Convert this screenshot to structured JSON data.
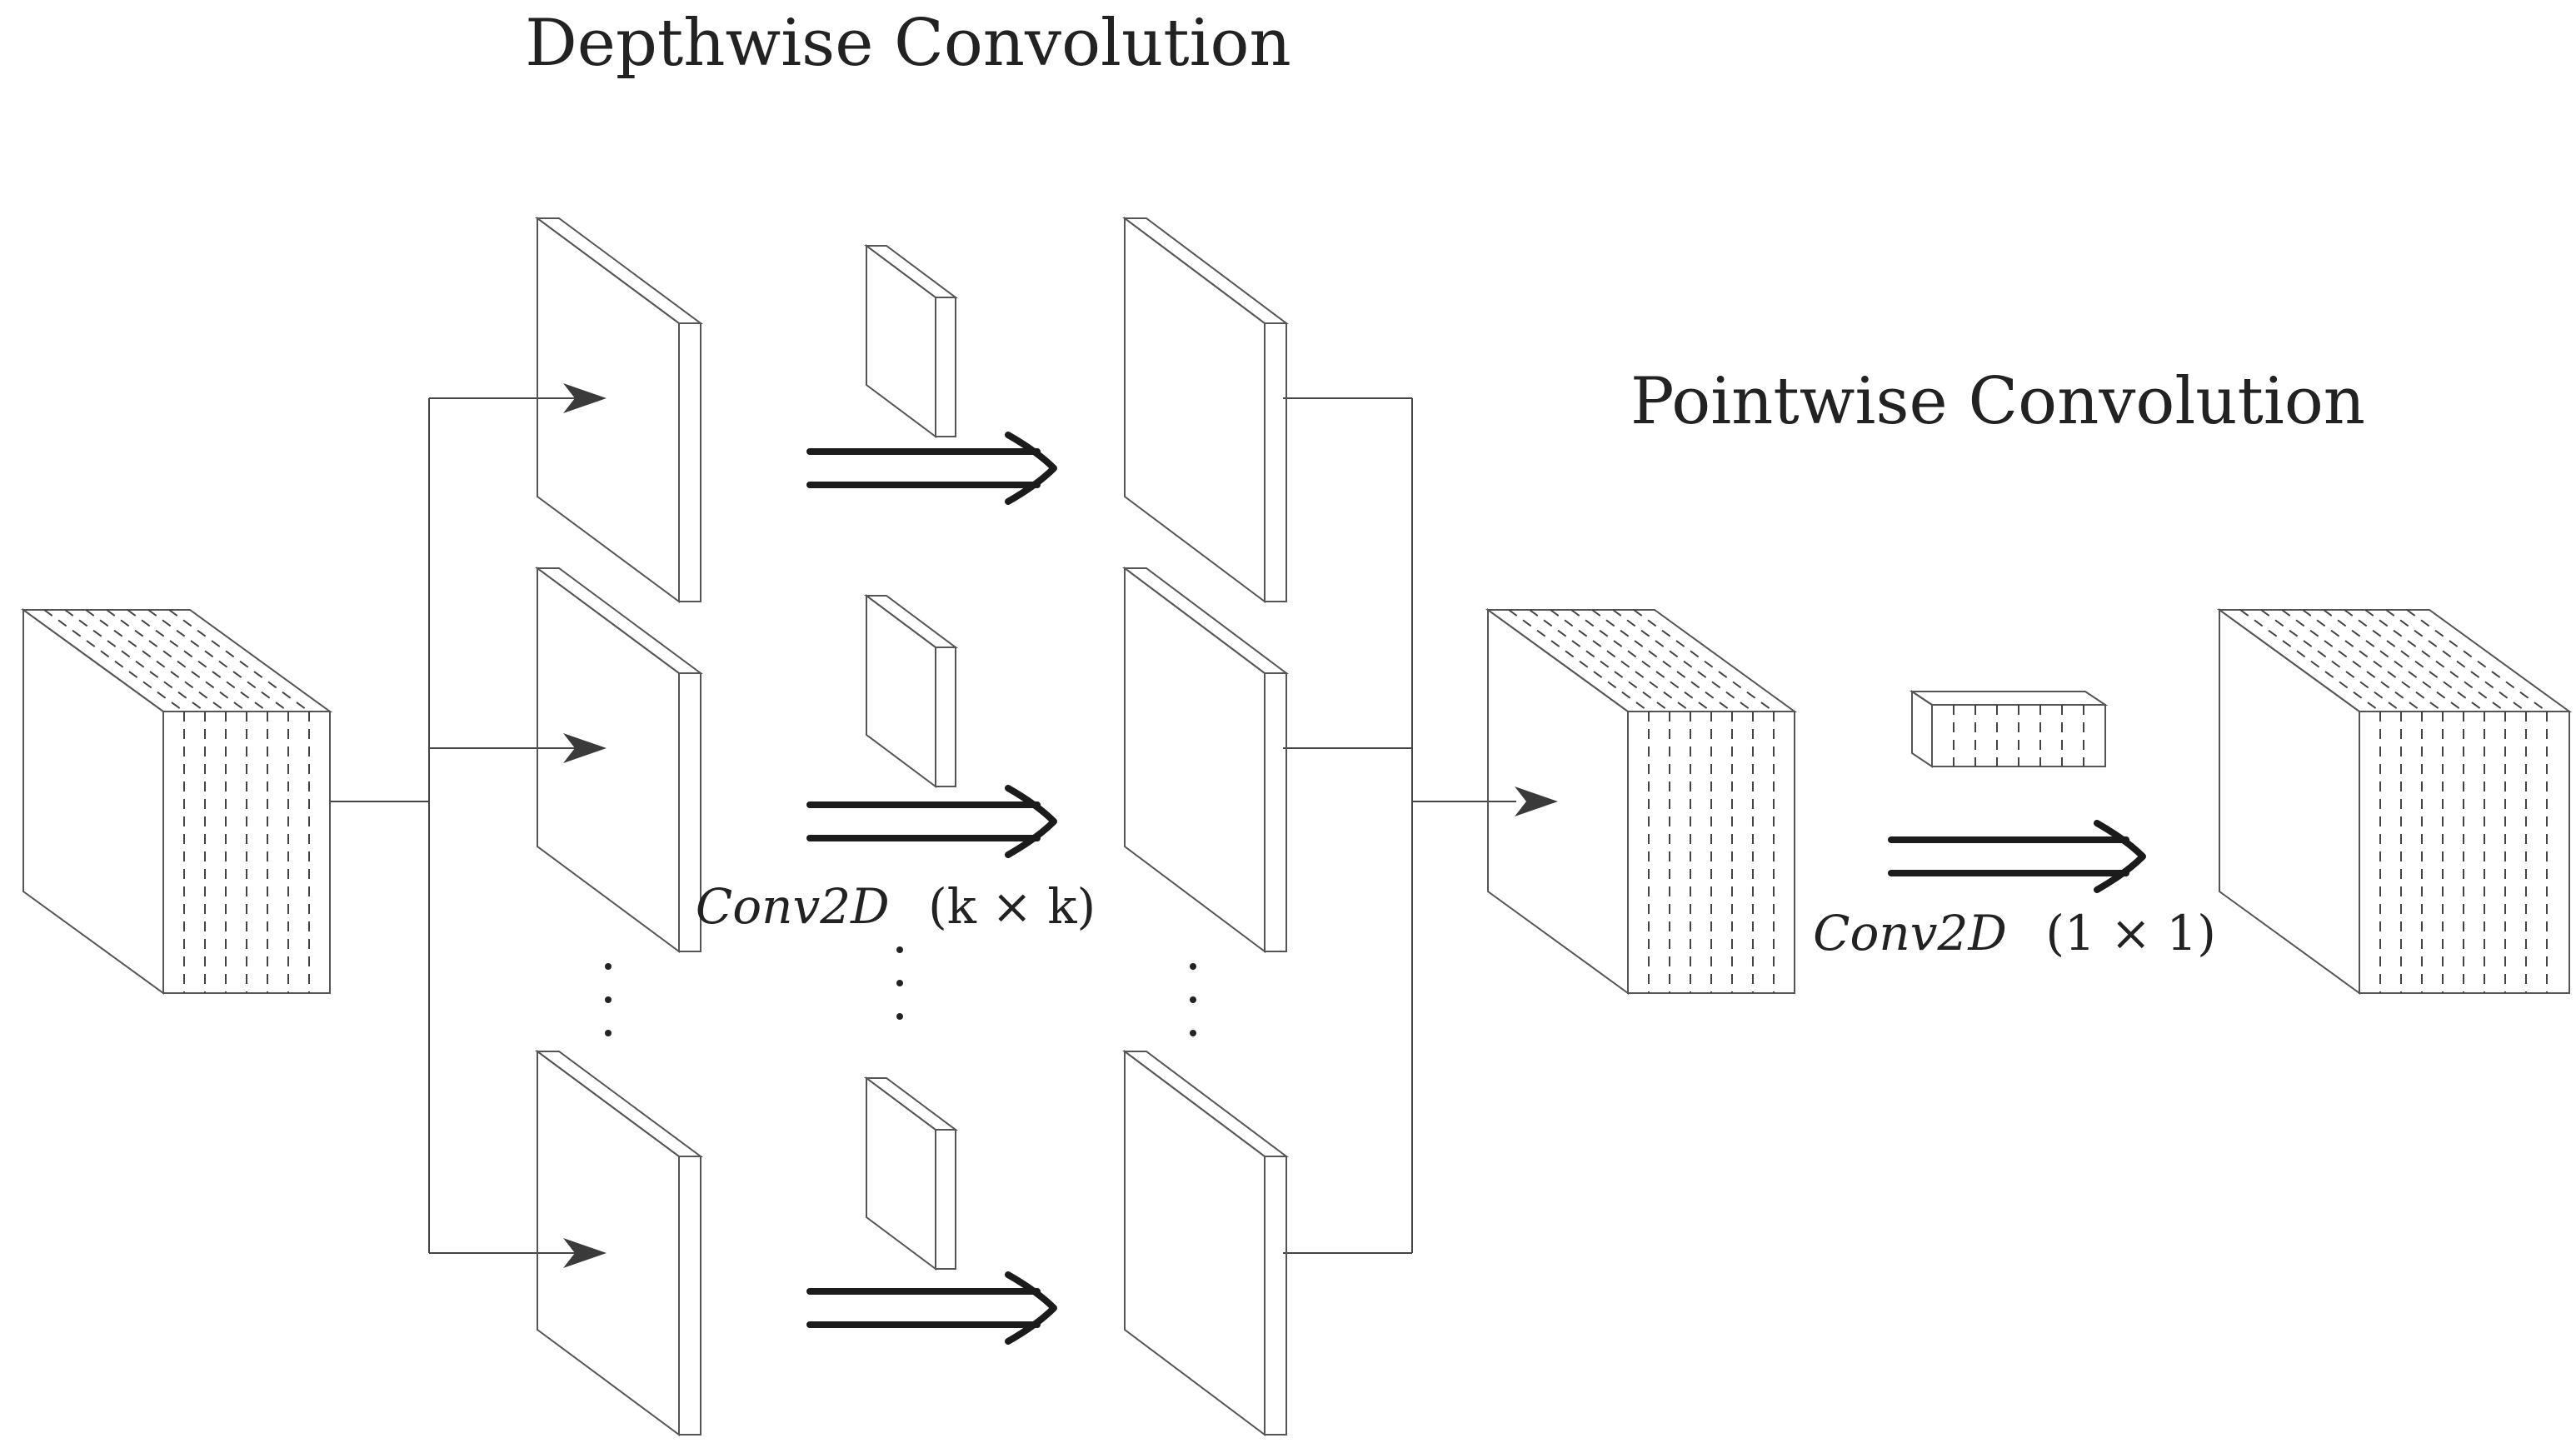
{
  "titles": {
    "depthwise": "Depthwise Convolution",
    "pointwise": "Pointwise Convolution"
  },
  "labels": {
    "depthwise_op_name": "Conv2D",
    "depthwise_op_size": "(k × k)",
    "pointwise_op_name": "Conv2D",
    "pointwise_op_size": "(1 × 1)"
  },
  "colors": {
    "slate": "#dfe2ea",
    "lavender": "#dedbe8",
    "slate_green": "#dde3e6",
    "mauve": "#e3d9e6",
    "mint": "#dcefe1",
    "cream": "#fbfbdb",
    "olive": "#e6e8d6",
    "sage": "#d6ddd5"
  },
  "branches": [
    {
      "input_color": "slate",
      "kernel_color": "lavender",
      "output_color": "lavender"
    },
    {
      "input_color": "slate_green",
      "kernel_color": "mauve",
      "output_color": "mauve"
    },
    {
      "input_color": "mint",
      "kernel_color": "cream",
      "output_color": "cream"
    }
  ]
}
